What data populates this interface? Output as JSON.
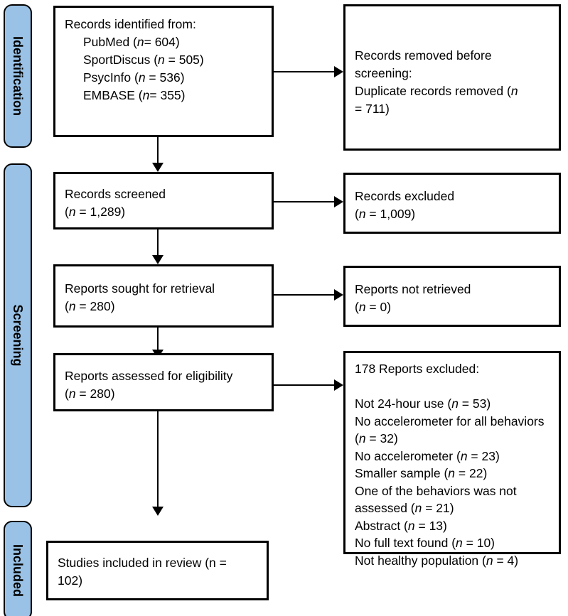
{
  "diagram": {
    "title": "PRISMA 2020 flow diagram",
    "accent_color": "#9AC2E6",
    "line_color": "#000000",
    "box_fill": "#ffffff"
  },
  "stages": [
    {
      "id": "identification",
      "label": "Identification"
    },
    {
      "id": "screening",
      "label": "Screening"
    },
    {
      "id": "included",
      "label": "Included"
    }
  ],
  "boxes": {
    "records_identified": {
      "lines": [
        {
          "text": "Records identified from:",
          "indent": false
        },
        {
          "text": "PubMed (",
          "em": "n",
          "tail": "= 604)",
          "indent": true
        },
        {
          "text": "SportDiscus (",
          "em": "n",
          "tail": " = 505)",
          "indent": true
        },
        {
          "text": "PsycInfo (",
          "em": "n",
          "tail": " = 536)",
          "indent": true
        },
        {
          "text": "EMBASE (",
          "em": "n",
          "tail": "= 355)",
          "indent": true
        }
      ]
    },
    "records_removed": {
      "lines": [
        {
          "text": "Records removed before",
          "indent": false
        },
        {
          "text": "screening:",
          "indent": false
        },
        {
          "text": "Duplicate records removed (",
          "em": "n",
          "tail": "",
          "indent": false
        },
        {
          "text": "= 711)",
          "indent": false
        }
      ]
    },
    "records_screened": {
      "lines": [
        {
          "text": "Records screened",
          "indent": false
        },
        {
          "text": "(",
          "em": "n",
          "tail": " = 1,289)",
          "indent": false
        }
      ]
    },
    "records_excluded": {
      "lines": [
        {
          "text": "Records excluded",
          "indent": false
        },
        {
          "text": "(",
          "em": "n",
          "tail": " = 1,009)",
          "indent": false
        }
      ]
    },
    "reports_sought": {
      "lines": [
        {
          "text": "Reports sought for retrieval",
          "indent": false
        },
        {
          "text": "(",
          "em": "n",
          "tail": " = 280)",
          "indent": false
        }
      ]
    },
    "reports_not_retrieved": {
      "lines": [
        {
          "text": "Reports not retrieved",
          "indent": false
        },
        {
          "text": "(",
          "em": "n",
          "tail": " = 0)",
          "indent": false
        }
      ]
    },
    "reports_assessed": {
      "lines": [
        {
          "text": "Reports assessed for eligibility",
          "indent": false
        },
        {
          "text": "(",
          "em": "n",
          "tail": " = 280)",
          "indent": false
        }
      ]
    },
    "reports_excluded": {
      "lines": [
        {
          "text": "178 Reports excluded:",
          "indent": false
        },
        {
          "text": "",
          "indent": false
        },
        {
          "text": "Not 24-hour use (",
          "em": "n",
          "tail": " = 53)",
          "indent": false
        },
        {
          "text": "No accelerometer for all behaviors",
          "indent": false
        },
        {
          "text": "(",
          "em": "n",
          "tail": " = 32)",
          "indent": false
        },
        {
          "text": "No accelerometer (",
          "em": "n",
          "tail": " = 23)",
          "indent": false
        },
        {
          "text": "Smaller sample (",
          "em": "n",
          "tail": " = 22)",
          "indent": false
        },
        {
          "text": "One of the behaviors was not",
          "indent": false
        },
        {
          "text": "assessed (",
          "em": "n",
          "tail": " = 21)",
          "indent": false
        },
        {
          "text": "Abstract (",
          "em": "n",
          "tail": " = 13)",
          "indent": false
        },
        {
          "text": "No full text found (",
          "em": "n",
          "tail": " = 10)",
          "indent": false
        },
        {
          "text": "Not healthy population (",
          "em": "n",
          "tail": " = 4)",
          "indent": false
        }
      ]
    },
    "studies_included": {
      "lines": [
        {
          "text": "Studies included in review (n =",
          "indent": false
        },
        {
          "text": "102)",
          "indent": false
        }
      ]
    }
  },
  "counts": {
    "pubmed": 604,
    "sportdiscus": 505,
    "psycinfo": 536,
    "embase": 355,
    "duplicates_removed": 711,
    "records_screened": 1289,
    "records_excluded": 1009,
    "reports_sought": 280,
    "reports_not_retrieved": 0,
    "reports_assessed": 280,
    "reports_excluded_total": 178,
    "excl_not_24_hour_use": 53,
    "excl_no_accelerometer_all_behaviors": 32,
    "excl_no_accelerometer": 23,
    "excl_smaller_sample": 22,
    "excl_one_behavior_not_assessed": 21,
    "excl_abstract": 13,
    "excl_no_full_text": 10,
    "excl_not_healthy_population": 4,
    "studies_included": 102
  }
}
